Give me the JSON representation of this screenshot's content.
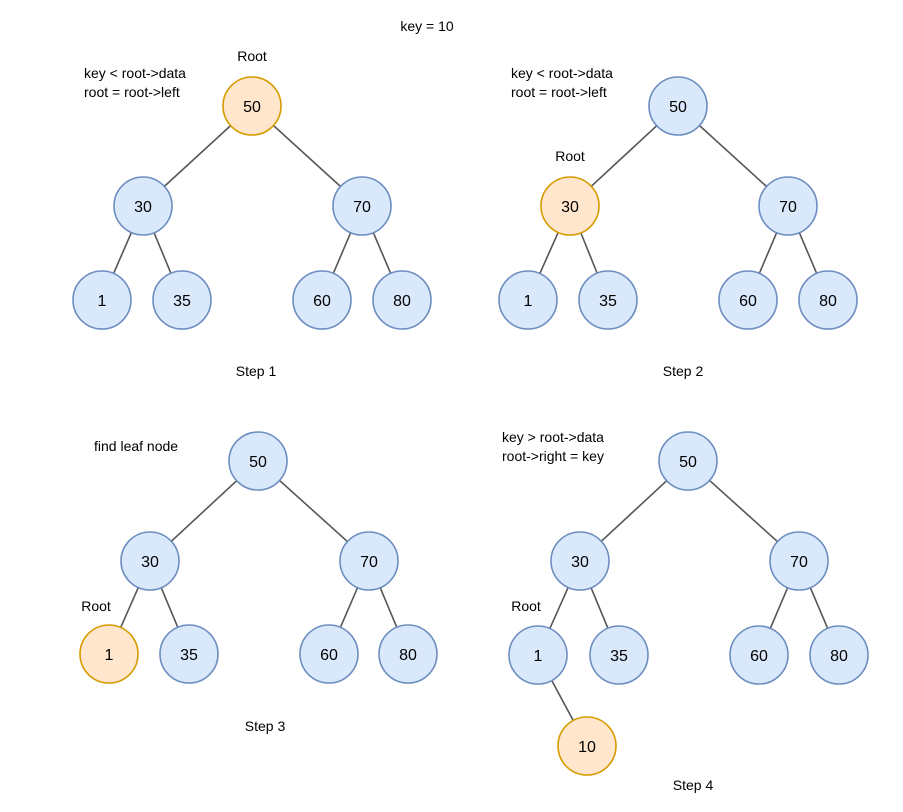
{
  "title": "key = 10",
  "colors": {
    "node_fill": "#dae8fc",
    "node_stroke": "#6c8ebf",
    "highlight_fill": "#ffe6cc",
    "highlight_stroke": "#d79b00"
  },
  "steps": [
    {
      "label": "Step 1",
      "annotation": [
        "key < root->data",
        "root = root->left"
      ],
      "root_label": "Root",
      "nodes": [
        "50",
        "30",
        "70",
        "1",
        "35",
        "60",
        "80"
      ],
      "highlight": "50"
    },
    {
      "label": "Step 2",
      "annotation": [
        "key < root->data",
        "root = root->left"
      ],
      "root_label": "Root",
      "nodes": [
        "50",
        "30",
        "70",
        "1",
        "35",
        "60",
        "80"
      ],
      "highlight": "30"
    },
    {
      "label": "Step 3",
      "annotation": [
        "find leaf node"
      ],
      "root_label": "Root",
      "nodes": [
        "50",
        "30",
        "70",
        "1",
        "35",
        "60",
        "80"
      ],
      "highlight": "1"
    },
    {
      "label": "Step 4",
      "annotation": [
        "key > root->data",
        "root->right = key"
      ],
      "root_label": "Root",
      "nodes": [
        "50",
        "30",
        "70",
        "1",
        "35",
        "60",
        "80",
        "10"
      ],
      "highlight": "10"
    }
  ]
}
